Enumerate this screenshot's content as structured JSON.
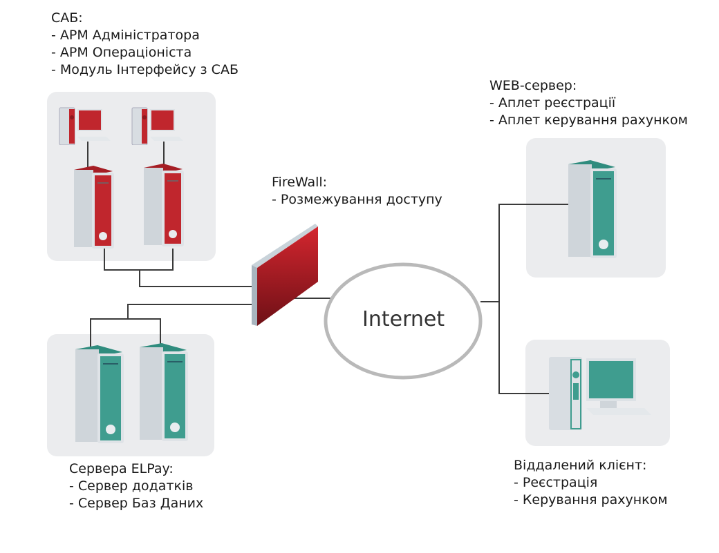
{
  "title": "ELPay network architecture diagram",
  "nodes": {
    "sab": {
      "heading": "САБ:",
      "items": [
        "- АРМ Адміністратора",
        "- АРМ Операціоніста",
        "- Модуль Інтерфейсу з САБ"
      ],
      "accent": "#c0262d"
    },
    "firewall": {
      "heading": "FireWall:",
      "items": [
        "- Розмежування доступу"
      ],
      "accent": "#b81f28"
    },
    "web": {
      "heading": "WEB-сервер:",
      "items": [
        "- Аплет реєстрації",
        "- Аплет керування рахунком"
      ],
      "accent": "#3a9a8c"
    },
    "elpay": {
      "heading": "Сервера ELPay:",
      "items": [
        "- Сервер додатків",
        "- Сервер Баз Даних"
      ],
      "accent": "#3a9a8c"
    },
    "client": {
      "heading": "Віддалений клієнт:",
      "items": [
        "- Реєстрація",
        "- Керування рахунком"
      ],
      "accent": "#3a9a8c"
    },
    "internet": {
      "label": "Internet"
    }
  }
}
